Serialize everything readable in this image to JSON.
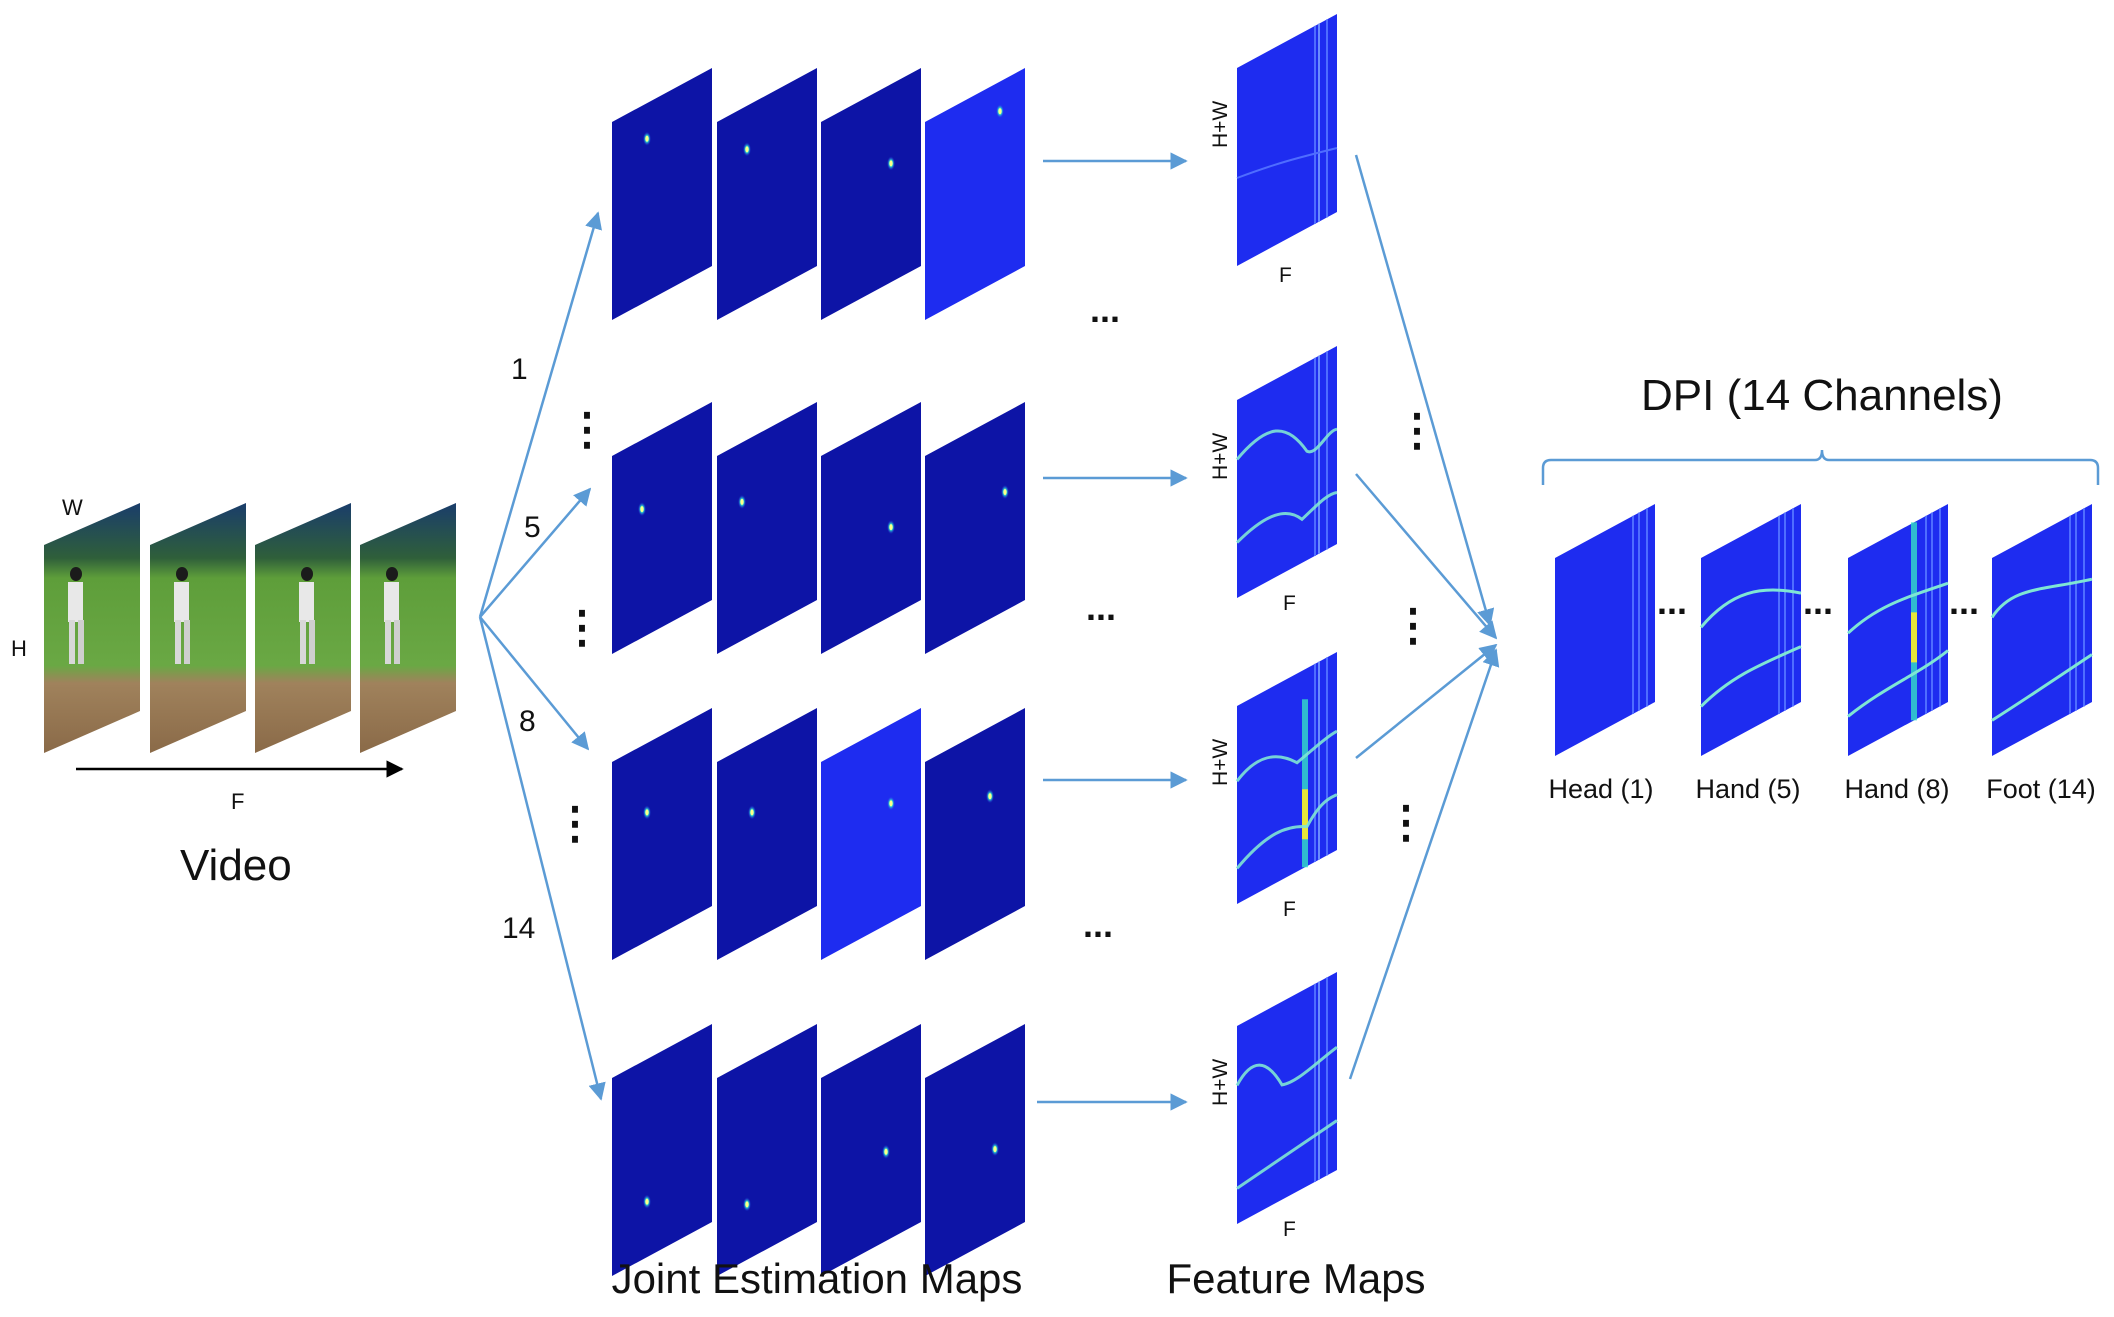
{
  "video": {
    "title": "Video",
    "axis_w": "W",
    "axis_h": "H",
    "axis_f": "F",
    "frame_count": 4
  },
  "branches": [
    {
      "label": "1"
    },
    {
      "label": "5"
    },
    {
      "label": "8"
    },
    {
      "label": "14"
    }
  ],
  "feature_axis_y": "H+W",
  "feature_axis_x": "F",
  "ellipsis": "...",
  "vertical_ellipsis": "⋮",
  "joint_maps_label": "Joint Estimation Maps",
  "feature_maps_label": "Feature Maps",
  "dpi": {
    "title": "DPI (14 Channels)",
    "channels": [
      {
        "label": "Head (1)"
      },
      {
        "label": "Hand (5)"
      },
      {
        "label": "Hand (8)"
      },
      {
        "label": "Foot (14)"
      }
    ]
  },
  "colors": {
    "map_dark": "#0d14a6",
    "map_bright": "#1e2cf0",
    "arrow": "#5b9bd5",
    "grass": "#5e9e3a",
    "dirt": "#a0825c",
    "sky": "#1a3d6b",
    "trace": "#7fe6d4"
  }
}
